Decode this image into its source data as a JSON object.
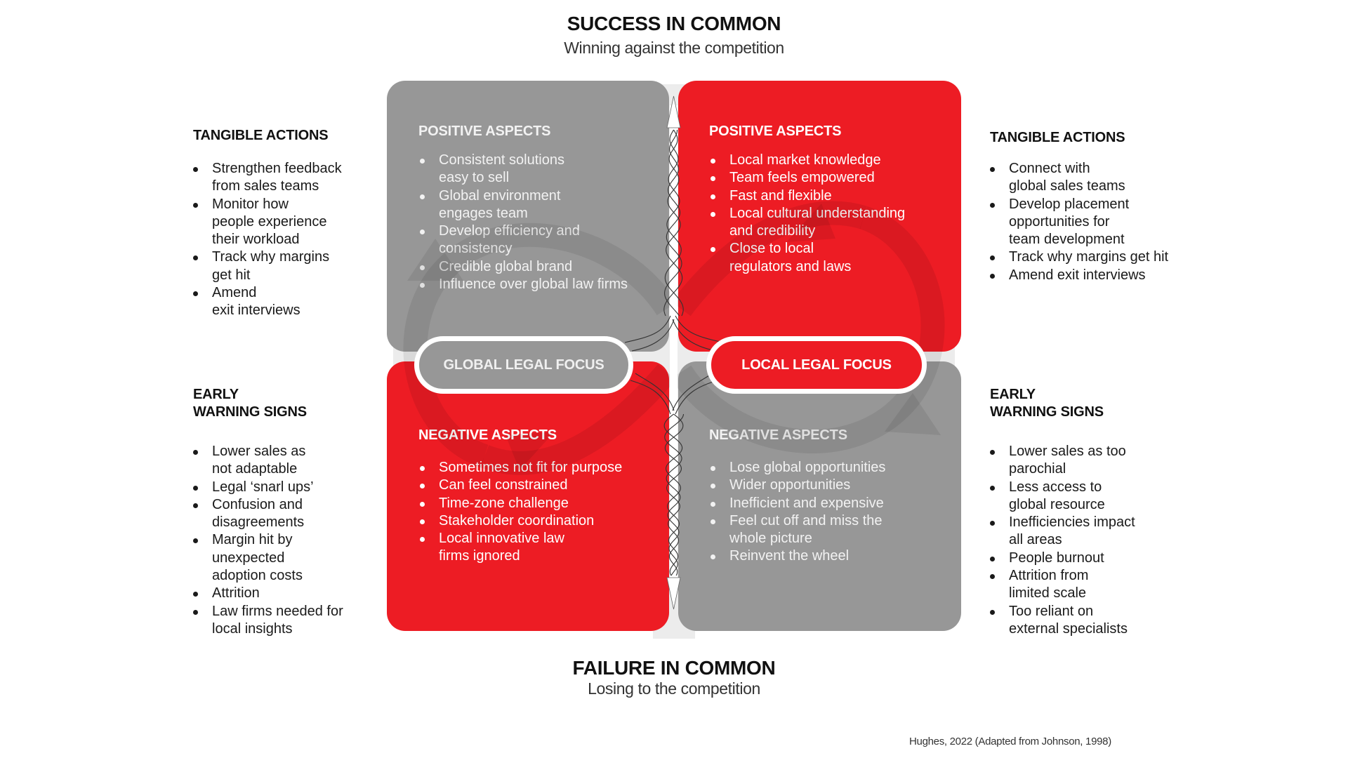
{
  "header": {
    "title": "SUCCESS IN COMMON",
    "subtitle": "Winning against the competition"
  },
  "footer": {
    "title": "FAILURE IN COMMON",
    "subtitle": "Losing to the competition",
    "credit": "Hughes, 2022 (Adapted from Johnson, 1998)"
  },
  "left": {
    "tangible": {
      "heading": "TANGIBLE ACTIONS",
      "items": [
        "Strengthen feedback\nfrom sales teams",
        "Monitor how\npeople experience\ntheir workload",
        "Track why margins\nget hit",
        "Amend\nexit interviews"
      ]
    },
    "warning": {
      "heading": "EARLY\nWARNING SIGNS",
      "heading_line1": "EARLY",
      "heading_line2": "WARNING SIGNS",
      "items": [
        "Lower sales as\nnot adaptable",
        "Legal ‘snarl ups’",
        "Confusion and\ndisagreements",
        "Margin hit by\nunexpected\nadoption costs",
        "Attrition",
        "Law firms needed for\nlocal insights"
      ]
    }
  },
  "right": {
    "tangible": {
      "heading": "TANGIBLE ACTIONS",
      "items": [
        "Connect with\nglobal sales teams",
        "Develop placement\nopportunities for\nteam development",
        "Track why margins get hit",
        "Amend exit interviews"
      ]
    },
    "warning": {
      "heading_line1": "EARLY",
      "heading_line2": "WARNING SIGNS",
      "items": [
        "Lower sales as too\nparochial",
        "Less access to\nglobal resource",
        "Inefficiencies impact\nall areas",
        "People burnout",
        "Attrition from\nlimited scale",
        "Too reliant on\nexternal specialists"
      ]
    }
  },
  "quadrants": {
    "global_positive": {
      "heading": "POSITIVE ASPECTS",
      "items": [
        "Consistent solutions\neasy to sell",
        "Global environment\nengages team",
        "Develop efficiency and\nconsistency",
        "Credible global brand",
        "Influence over global law firms"
      ]
    },
    "local_positive": {
      "heading": "POSITIVE ASPECTS",
      "items": [
        "Local market knowledge",
        "Team feels empowered",
        "Fast and flexible",
        "Local cultural understanding\nand credibility",
        "Close to local\nregulators and laws"
      ]
    },
    "global_negative": {
      "heading": "NEGATIVE ASPECTS",
      "items": [
        "Sometimes not fit for purpose",
        "Can feel constrained",
        "Time-zone challenge",
        "Stakeholder coordination",
        "Local innovative law\nfirms ignored"
      ]
    },
    "local_negative": {
      "heading": "NEGATIVE ASPECTS",
      "items": [
        "Lose global opportunities",
        "Wider opportunities",
        "Inefficient and expensive",
        "Feel cut off and miss the\nwhole picture",
        "Reinvent the wheel"
      ]
    }
  },
  "poles": {
    "global": "GLOBAL LEGAL FOCUS",
    "local": "LOCAL LEGAL FOCUS"
  },
  "colors": {
    "red": "#ED1C24",
    "gray": "#979797",
    "center": "#ececec"
  },
  "icons": {
    "center_axis": "double-headed-arrow-with-braid",
    "cycle": "infinity-loop-arrows"
  }
}
